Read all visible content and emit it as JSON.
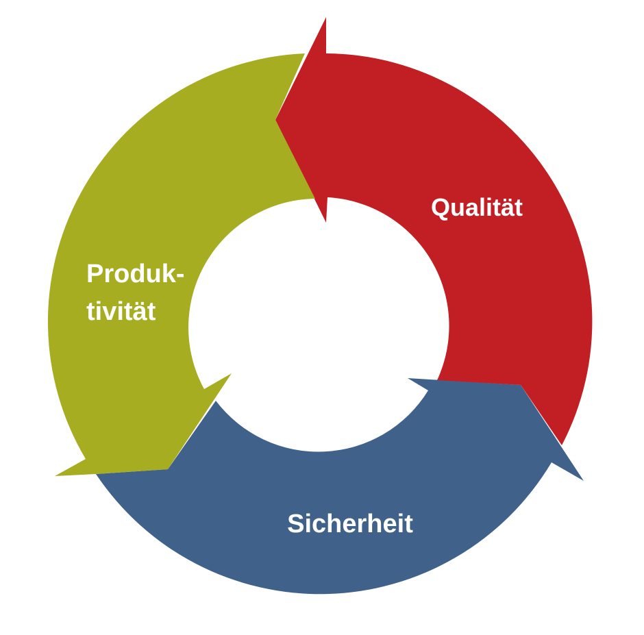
{
  "diagram": {
    "segments": [
      {
        "key": "quality",
        "label": "Qualität",
        "color": "#c21f24"
      },
      {
        "key": "safety",
        "label": "Sicherheit",
        "color": "#40628a"
      },
      {
        "key": "productivity",
        "label_line1": "Produk-",
        "label_line2": "tivität",
        "color": "#a7ad21"
      }
    ]
  }
}
